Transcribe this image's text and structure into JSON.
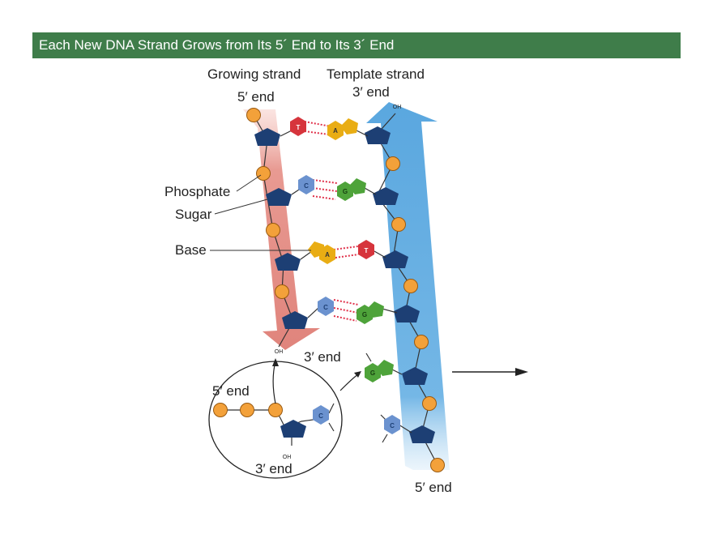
{
  "header": {
    "title": "Each New DNA Strand Grows from Its 5´ End to Its 3´ End"
  },
  "labels": {
    "growing_strand": "Growing strand",
    "template_strand": "Template strand",
    "growing_5_end": "5′ end",
    "template_3_end": "3′ end",
    "phosphate": "Phosphate",
    "sugar": "Sugar",
    "base": "Base",
    "growing_3_end": "3′ end",
    "template_5_end": "5′ end",
    "inset_5_end": "5′ end",
    "inset_3_end": "3′ end",
    "oh": "OH"
  },
  "base_pairs": [
    {
      "growing": "T",
      "template": "A"
    },
    {
      "growing": "C",
      "template": "G"
    },
    {
      "growing": "A",
      "template": "T"
    },
    {
      "growing": "C",
      "template": "G"
    }
  ],
  "free_bases": {
    "incoming": "G",
    "unpaired": "C",
    "inset": "C"
  },
  "colors": {
    "title_bar": "#3f7d4a",
    "growing_arrow": "#e89a92",
    "template_arrow": "#6fb4e4",
    "phosphate": "#f3a13a",
    "sugar": "#1d3f74",
    "T": "#d6343c",
    "A": "#e9ad14",
    "C": "#6b92cf",
    "G": "#4ea33a",
    "h_bond": "#e0314a"
  }
}
